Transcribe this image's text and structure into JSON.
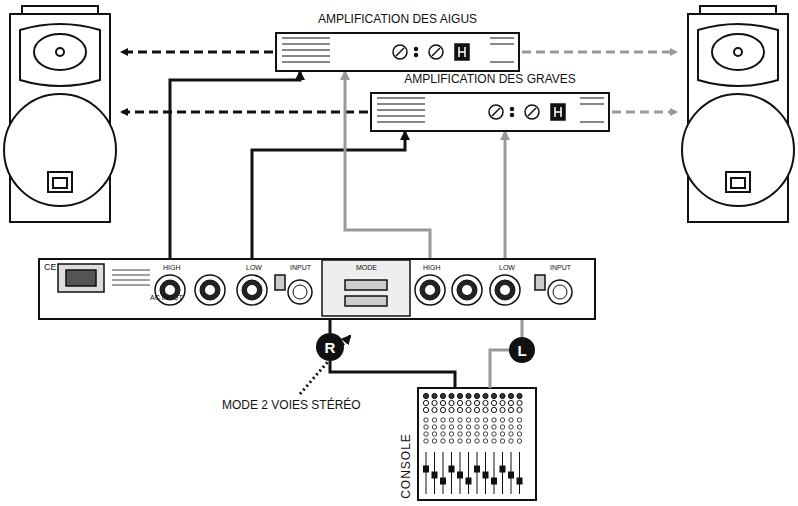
{
  "diagram": {
    "nodes": [
      {
        "text": [
          "AMPLIFICATION DES AIGUS"
        ]
      },
      {
        "text": [
          "AMPLIFICATION DES GRAVES"
        ]
      },
      {
        "text": [
          "AC INPUT"
        ]
      },
      {
        "text": [
          "R"
        ]
      },
      {
        "text": [
          "L"
        ]
      },
      {
        "text": [
          "CONSOLE"
        ]
      }
    ],
    "edges": [
      {
        "from": 2,
        "to": 0,
        "arrow": "to"
      },
      {
        "from": 2,
        "to": 1,
        "arrow": "to"
      },
      {
        "from": 2,
        "to": 0,
        "arrow": "to"
      },
      {
        "from": 2,
        "to": 1,
        "arrow": "to"
      },
      {
        "from": 5,
        "to": 3,
        "arrow": "none"
      },
      {
        "from": 3,
        "to": 2,
        "arrow": "none"
      },
      {
        "from": 5,
        "to": 4,
        "arrow": "none"
      },
      {
        "from": 4,
        "to": 2,
        "arrow": "none"
      }
    ],
    "labels": [
      "MODE 2 VOIES STÉRÉO",
      "CE",
      "HIGH",
      "LOW",
      "INPUT",
      "MODE",
      "HIGH",
      "LOW",
      "INPUT"
    ]
  }
}
